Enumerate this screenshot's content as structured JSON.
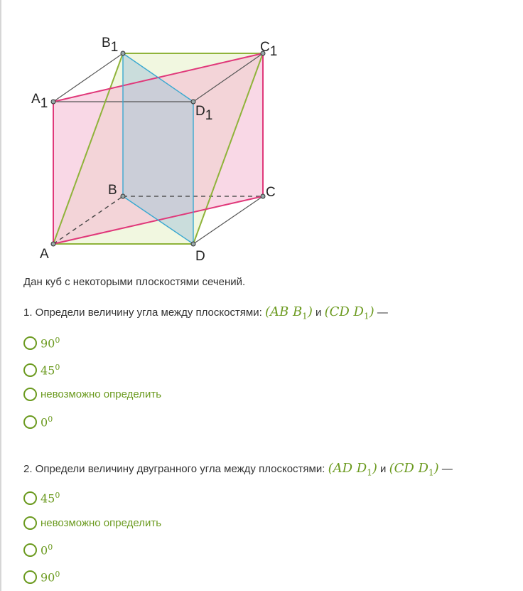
{
  "figure": {
    "labels": {
      "A": "A",
      "B": "B",
      "C": "C",
      "D": "D",
      "A1": "A",
      "B1": "B",
      "C1": "C",
      "D1": "D",
      "sub": "1"
    }
  },
  "intro": "Дан куб с некоторыми плоскостями сечений.",
  "questions": [
    {
      "text": "1. Определи величину угла между плоскостями:",
      "p1": "(AB B",
      "p2": "(CD D",
      "sub": "1",
      "close": ")",
      "and": "и",
      "dash": "—",
      "options": [
        {
          "num": "90",
          "sup": "0"
        },
        {
          "num": "45",
          "sup": "0"
        },
        {
          "text": "невозможно определить"
        },
        {
          "num": "0",
          "sup": "0"
        }
      ]
    },
    {
      "text": "2. Определи величину двугранного угла между плоскостями:",
      "p1": "(AD D",
      "p2": "(CD D",
      "sub": "1",
      "close": ")",
      "and": "и",
      "dash": "—",
      "options": [
        {
          "num": "45",
          "sup": "0"
        },
        {
          "text": "невозможно определить"
        },
        {
          "num": "0",
          "sup": "0"
        },
        {
          "num": "90",
          "sup": "0"
        }
      ]
    }
  ],
  "colors": {
    "accent": "#6b9a1f",
    "pink": "#e0387a",
    "green": "#8fb33a",
    "blue": "#3aa8d0"
  }
}
